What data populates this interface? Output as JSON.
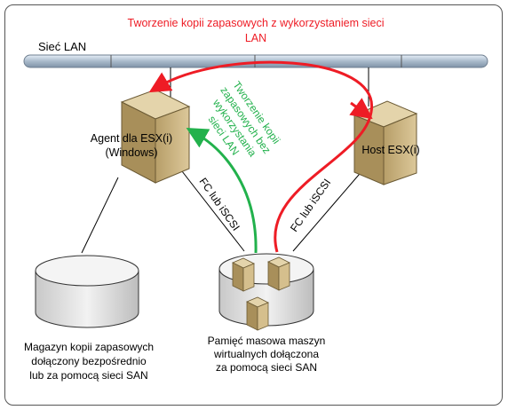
{
  "diagram": {
    "title_red": "Tworzenie kopii zapasowych z wykorzystaniem sieci\nLAN",
    "title_green": "Tworzenie kopii\nzapasowych bez\nwykorzystania\nsieci LAN",
    "lan_label": "Sieć LAN",
    "agent_label": "Agent dla ESX(i)\n(Windows)",
    "host_label": "Host ESX(i)",
    "fc_left": "FC lub iSCSI",
    "fc_right": "FC lub iSCSI",
    "storage_left_label": "Magazyn kopii zapasowych\ndołączony bezpośrednio\nlub za pomocą sieci SAN",
    "storage_right_label": "Pamięć masowa maszyn\nwirtualnych dołączona\nza pomocą sieci SAN",
    "colors": {
      "red_arrow": "#ee1c25",
      "green_arrow": "#22b14c",
      "lan_bar": "#aabbcc",
      "server_body": "#c9b27d",
      "storage": "#dddddd"
    }
  }
}
